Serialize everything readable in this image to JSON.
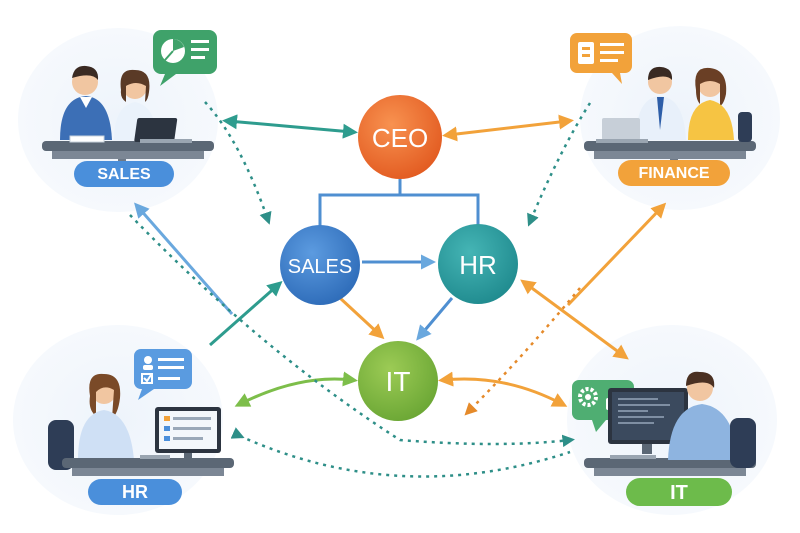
{
  "nodes": {
    "ceo": {
      "label": "CEO",
      "color": "#EE6A2C"
    },
    "sales": {
      "label": "SALES",
      "color": "#3F7FCC"
    },
    "hr": {
      "label": "HR",
      "color": "#2A9AA0"
    },
    "it": {
      "label": "IT",
      "color": "#7DB83D"
    }
  },
  "teams": {
    "sales": {
      "label": "SALES",
      "pill_color": "#4A8FDB"
    },
    "finance": {
      "label": "FINANCE",
      "pill_color": "#F2A23A"
    },
    "hr": {
      "label": "HR",
      "pill_color": "#4A8FDB"
    },
    "it": {
      "label": "IT",
      "pill_color": "#6DBB4B"
    }
  },
  "colors": {
    "teal_arrow": "#2E9C8E",
    "orange_arrow": "#F2A23A",
    "blue_arrow": "#6AA8DE",
    "green_arrow": "#7DBE4A",
    "dotted_teal": "#2E8F88",
    "dotted_orange": "#E58A2A"
  },
  "icons": {
    "sales_bubble": "pie-chart-icon",
    "finance_bubble": "id-card-icon",
    "hr_bubble": "checklist-icon",
    "it_bubble": "gear-lock-icon"
  }
}
